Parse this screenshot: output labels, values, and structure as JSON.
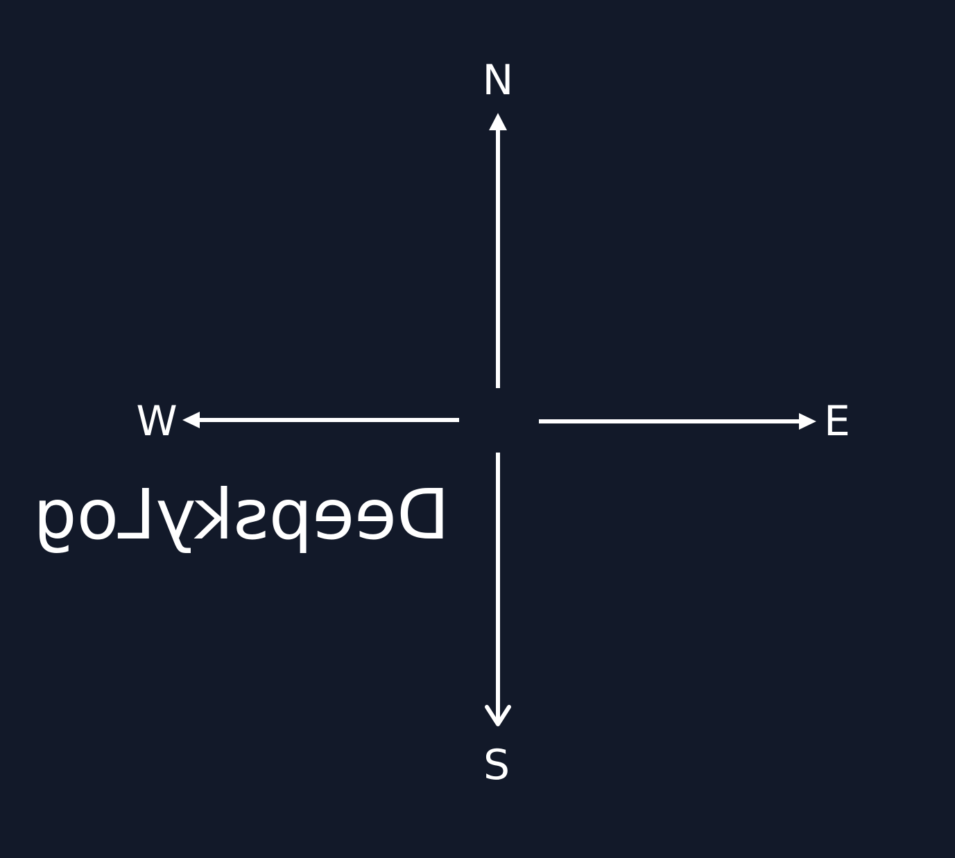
{
  "colors": {
    "background": "#121929",
    "foreground": "#ffffff"
  },
  "compass": {
    "north": "N",
    "south": "S",
    "east": "E",
    "west": "W"
  },
  "logo": {
    "text": "DeepskyLog",
    "mirrored": true
  }
}
